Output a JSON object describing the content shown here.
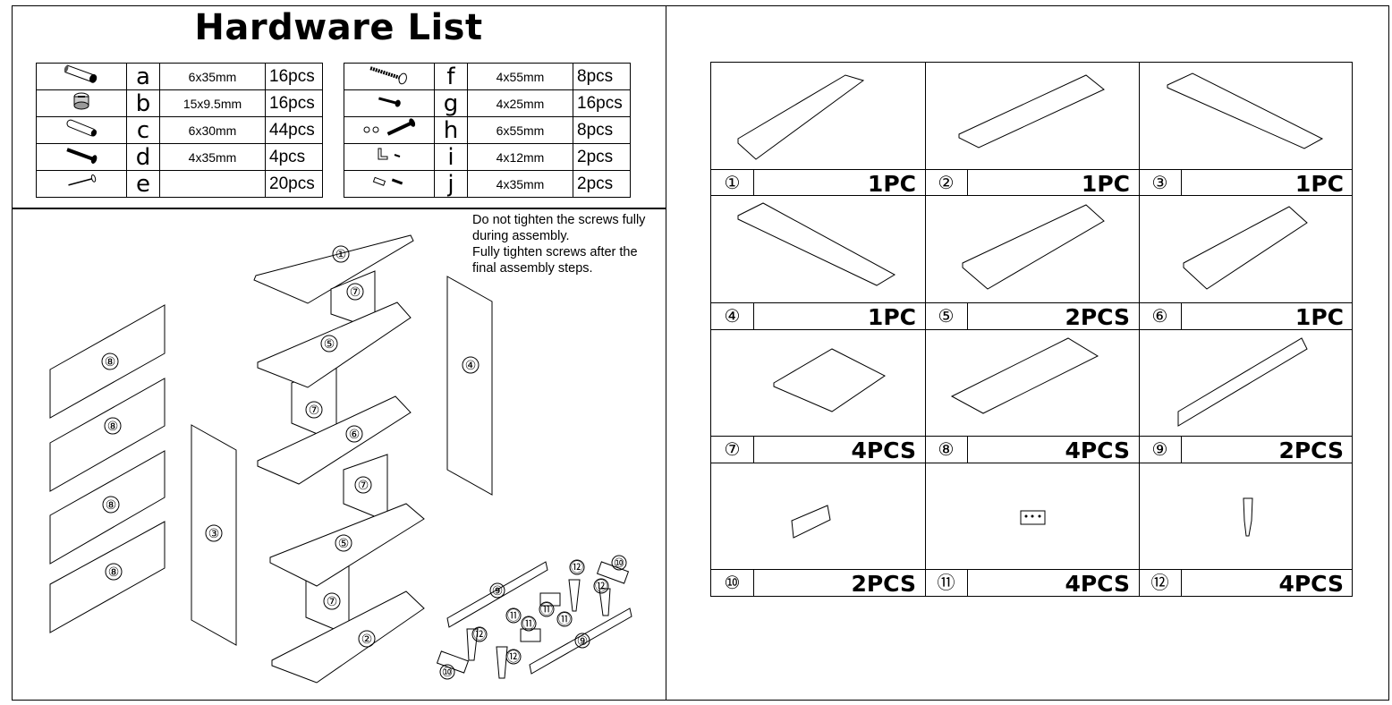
{
  "hardware": {
    "title": "Hardware List",
    "left": [
      {
        "icon": "cam-bolt-icon",
        "letter": "a",
        "size": "6x35mm",
        "qty": "16pcs"
      },
      {
        "icon": "cam-lock-icon",
        "letter": "b",
        "size": "15x9.5mm",
        "qty": "16pcs"
      },
      {
        "icon": "wood-dowel-icon",
        "letter": "c",
        "size": "6x30mm",
        "qty": "44pcs"
      },
      {
        "icon": "screw-icon",
        "letter": "d",
        "size": "4x35mm",
        "qty": "4pcs"
      },
      {
        "icon": "nail-icon",
        "letter": "e",
        "size": "",
        "qty": "20pcs"
      }
    ],
    "right": [
      {
        "icon": "long-screw-icon",
        "letter": "f",
        "size": "4x55mm",
        "qty": "8pcs"
      },
      {
        "icon": "small-screw-icon",
        "letter": "g",
        "size": "4x25mm",
        "qty": "16pcs"
      },
      {
        "icon": "washer-screw-icon",
        "letter": "h",
        "size": "6x55mm",
        "qty": "8pcs"
      },
      {
        "icon": "l-bracket-icon",
        "letter": "i",
        "size": "4x12mm",
        "qty": "2pcs"
      },
      {
        "icon": "anchor-screw-icon",
        "letter": "j",
        "size": "4x35mm",
        "qty": "2pcs"
      }
    ]
  },
  "note": {
    "lines": [
      "Do not tighten the screws fully",
      "during assembly.",
      "Fully tighten screws after the",
      "final assembly steps."
    ]
  },
  "exploded": {
    "labels": [
      "①",
      "⑦",
      "⑤",
      "⑦",
      "⑥",
      "⑦",
      "⑤",
      "⑦",
      "②",
      "④",
      "③",
      "⑧",
      "⑧",
      "⑧",
      "⑧",
      "⑨",
      "⑨",
      "⑩",
      "⑩",
      "⑪",
      "⑪",
      "⑪",
      "⑪",
      "⑫",
      "⑫",
      "⑫",
      "⑫"
    ]
  },
  "parts": [
    {
      "num": "①",
      "qty": "1PC"
    },
    {
      "num": "②",
      "qty": "1PC"
    },
    {
      "num": "③",
      "qty": "1PC"
    },
    {
      "num": "④",
      "qty": "1PC"
    },
    {
      "num": "⑤",
      "qty": "2PCS"
    },
    {
      "num": "⑥",
      "qty": "1PC"
    },
    {
      "num": "⑦",
      "qty": "4PCS"
    },
    {
      "num": "⑧",
      "qty": "4PCS"
    },
    {
      "num": "⑨",
      "qty": "2PCS"
    },
    {
      "num": "⑩",
      "qty": "2PCS"
    },
    {
      "num": "⑪",
      "qty": "4PCS"
    },
    {
      "num": "⑫",
      "qty": "4PCS"
    }
  ]
}
